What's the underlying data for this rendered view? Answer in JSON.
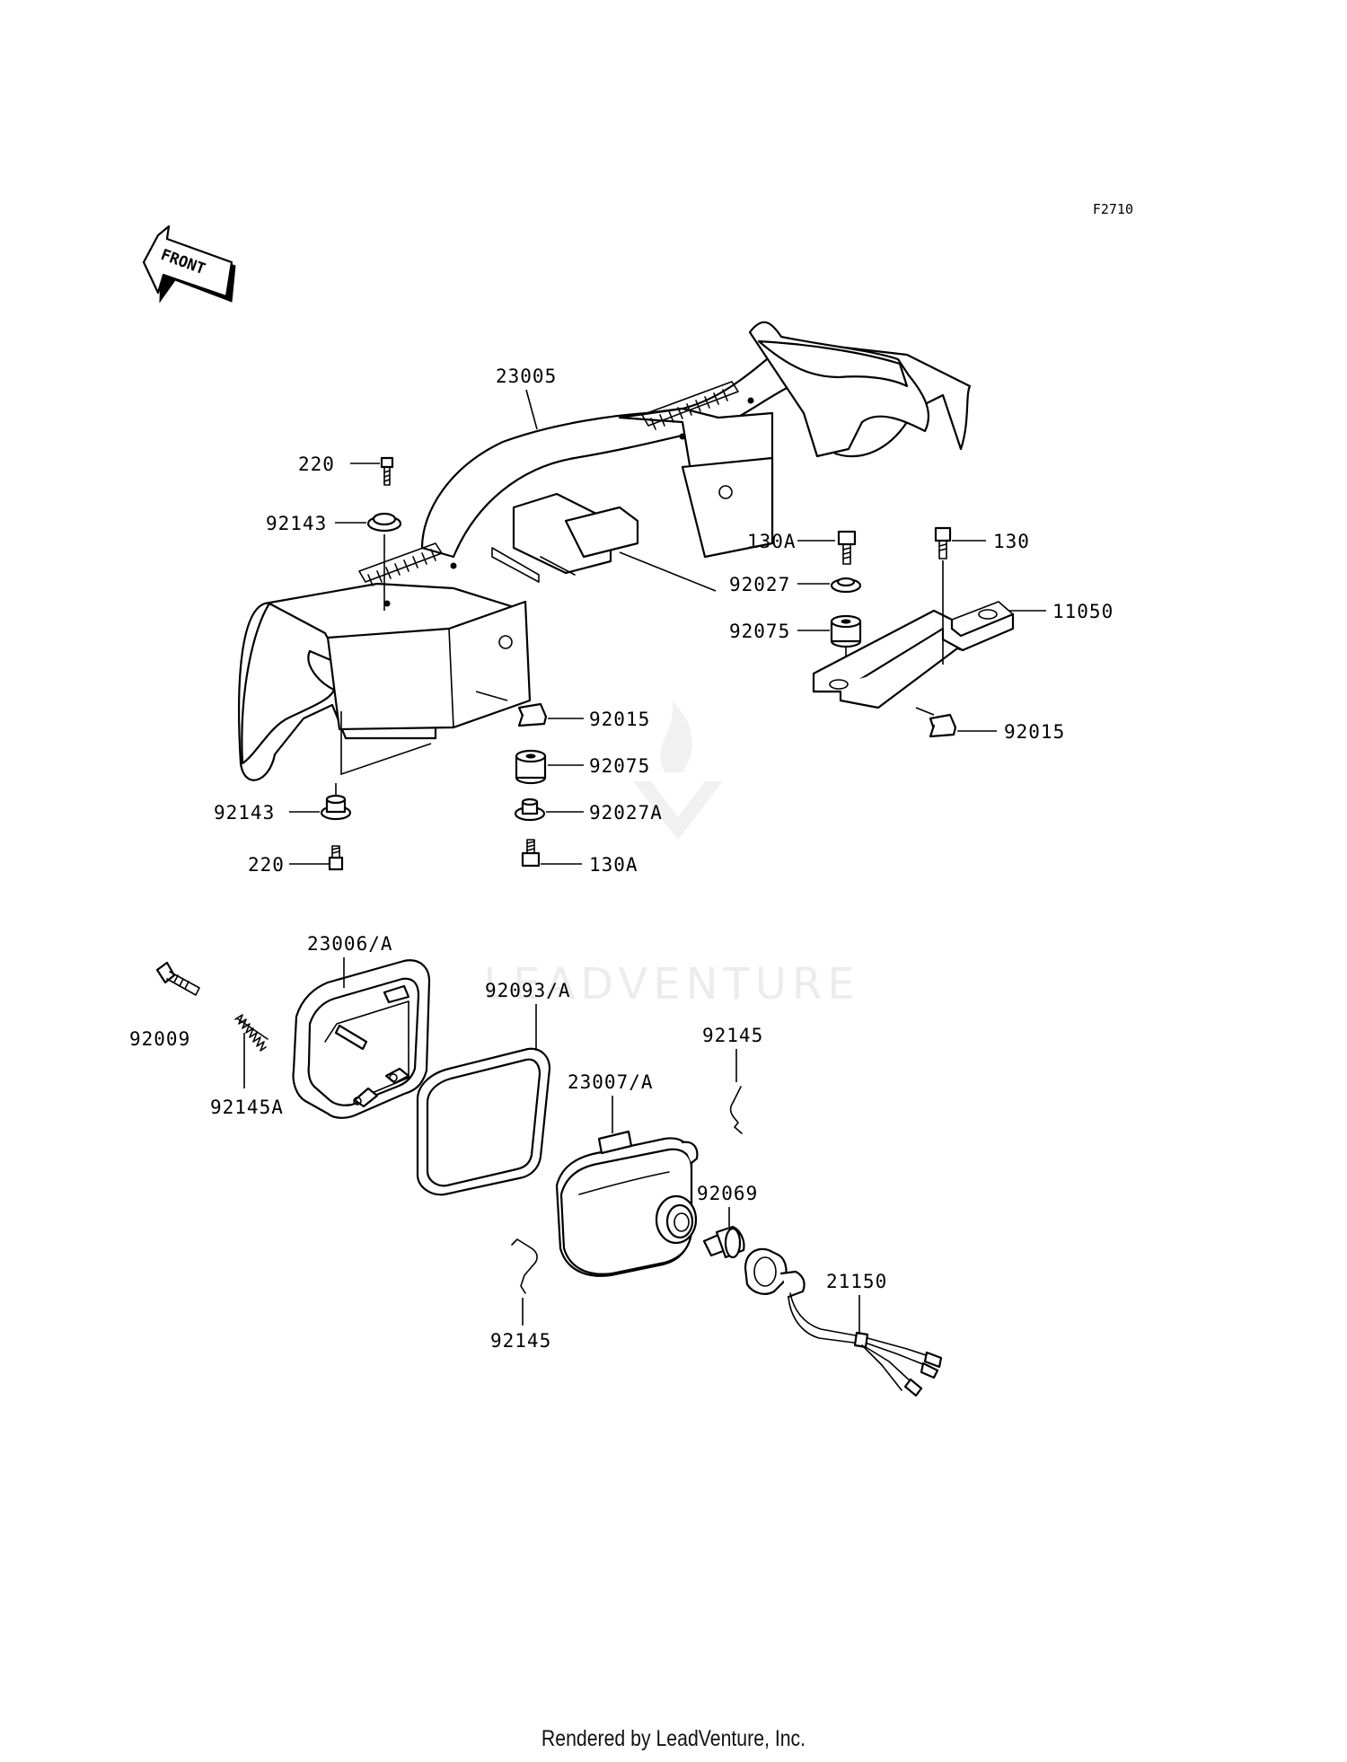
{
  "figure_id": "F2710",
  "front_label": "FRONT",
  "watermark": "LEADVENTURE",
  "footer": "Rendered by LeadVenture, Inc.",
  "labels": {
    "l_23005": "23005",
    "l_220_top": "220",
    "l_92143_top": "92143",
    "l_130A_top": "130A",
    "l_130": "130",
    "l_92027": "92027",
    "l_11050": "11050",
    "l_92075_right": "92075",
    "l_92015_mid": "92015",
    "l_92015_right": "92015",
    "l_92075_mid": "92075",
    "l_92143_bot": "92143",
    "l_92027A": "92027A",
    "l_220_bot": "220",
    "l_130A_bot": "130A",
    "l_23006A": "23006/A",
    "l_92009": "92009",
    "l_92145A": "92145A",
    "l_92093A": "92093/A",
    "l_92145_top": "92145",
    "l_23007A": "23007/A",
    "l_92069": "92069",
    "l_21150": "21150",
    "l_92145_bot": "92145"
  }
}
